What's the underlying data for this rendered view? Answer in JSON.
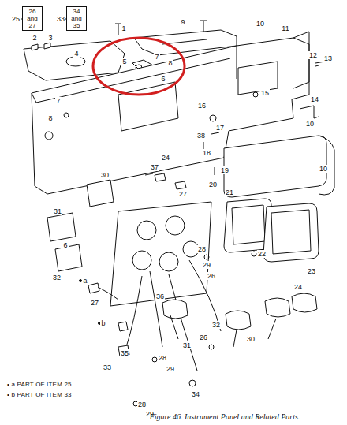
{
  "diagram": {
    "caption": "Figure 46. Instrument Panel and Related Parts.",
    "nodes": [
      {
        "text": [
          "26 and 27"
        ]
      },
      {
        "text": [
          "34 and 35"
        ]
      }
    ],
    "labels": [
      "25",
      "33",
      "1",
      "2",
      "3",
      "4",
      "9",
      "10",
      "11",
      "12",
      "13",
      "5",
      "7",
      "8",
      "6",
      "7",
      "8",
      "15",
      "16",
      "14",
      "10",
      "17",
      "38",
      "18",
      "37",
      "19",
      "10",
      "24",
      "20",
      "21",
      "27",
      "30",
      "31",
      "32",
      "22",
      "23",
      "28",
      "29",
      "26",
      "36",
      "24",
      "a",
      "27",
      "b",
      "30",
      "32",
      "35",
      "33",
      "31",
      "28",
      "29",
      "26",
      "34",
      "28",
      "29",
      "• a PART OF ITEM 25",
      "• b PART OF ITEM 33",
      "6"
    ]
  }
}
